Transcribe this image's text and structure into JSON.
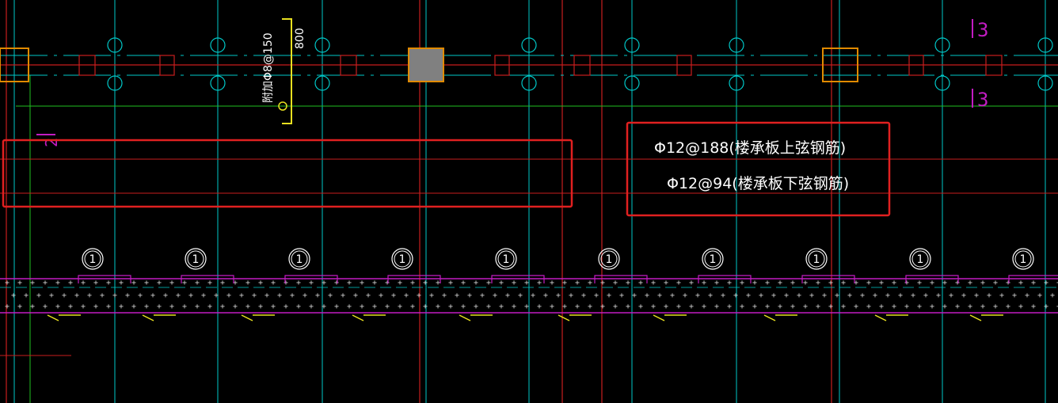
{
  "drawing": {
    "callouts": {
      "top_rebar": "Φ12@188(楼承板上弦钢筋)",
      "bottom_rebar": "Φ12@94(楼承板下弦钢筋)"
    },
    "dimension_800": "800",
    "added_rebar_note": "附加Φ8@150",
    "section_mark_top": "3",
    "section_mark_bottom": "3",
    "section_mark_left": "2",
    "bubble_label": "1"
  },
  "colors": {
    "background": "#000000",
    "grid_cyan": "#00c8c8",
    "axis_red": "#c81e1e",
    "beam_green": "#20c020",
    "slab_magenta": "#c21cc2",
    "highlight_box": "#e02020",
    "column_fill": "#808080",
    "column_outline": "#e08a00",
    "rebar_yellow": "#e8e020",
    "text_white": "#ffffff"
  }
}
